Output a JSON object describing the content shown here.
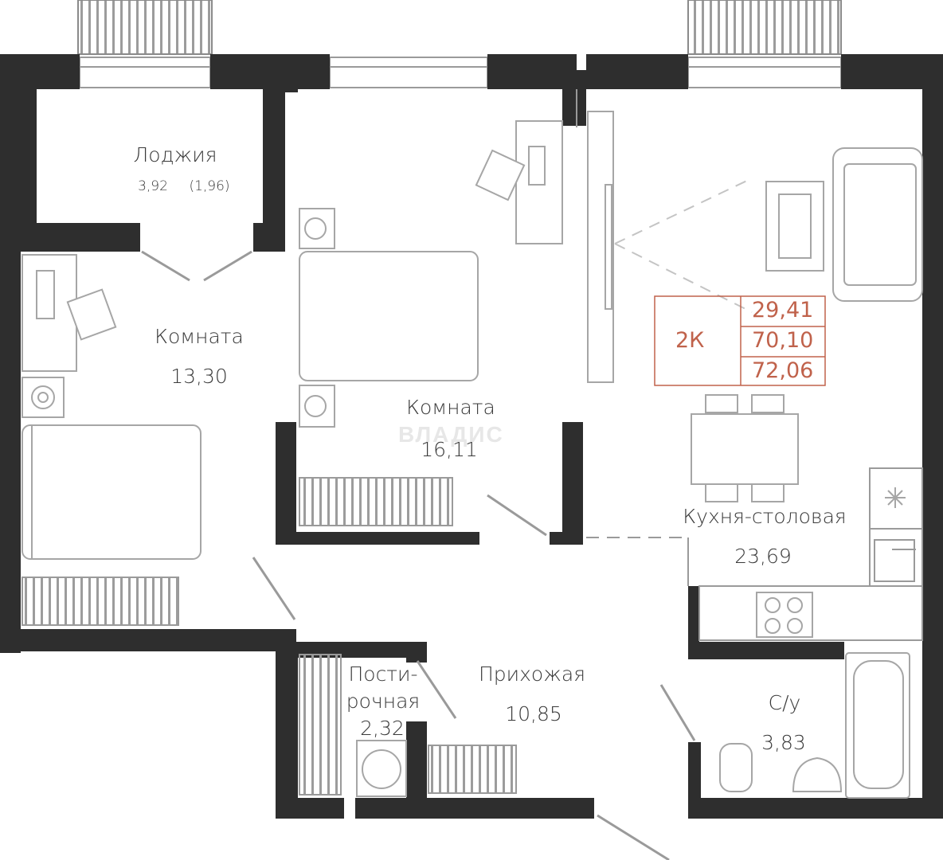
{
  "rooms": {
    "loggia": {
      "name": "Лоджия",
      "area": "3,92",
      "area_reduced": "(1,96)"
    },
    "room1": {
      "name": "Комната",
      "area": "13,30"
    },
    "room2": {
      "name": "Комната",
      "area": "16,11"
    },
    "kitchen": {
      "name": "Кухня-столовая",
      "area": "23,69"
    },
    "laundry": {
      "name_line1": "Пости-",
      "name_line2": "рочная",
      "area": "2,32"
    },
    "hall": {
      "name": "Прихожая",
      "area": "10,85"
    },
    "bathroom": {
      "name": "С/у",
      "area": "3,83"
    }
  },
  "summary": {
    "type": "2К",
    "living_area": "29,41",
    "total_area": "70,10",
    "total_with_loggia": "72,06"
  },
  "watermark": "ВЛАДИС",
  "colors": {
    "wall": "#2e2e2e",
    "line": "#9a9a9a",
    "accent": "#c0624b"
  }
}
